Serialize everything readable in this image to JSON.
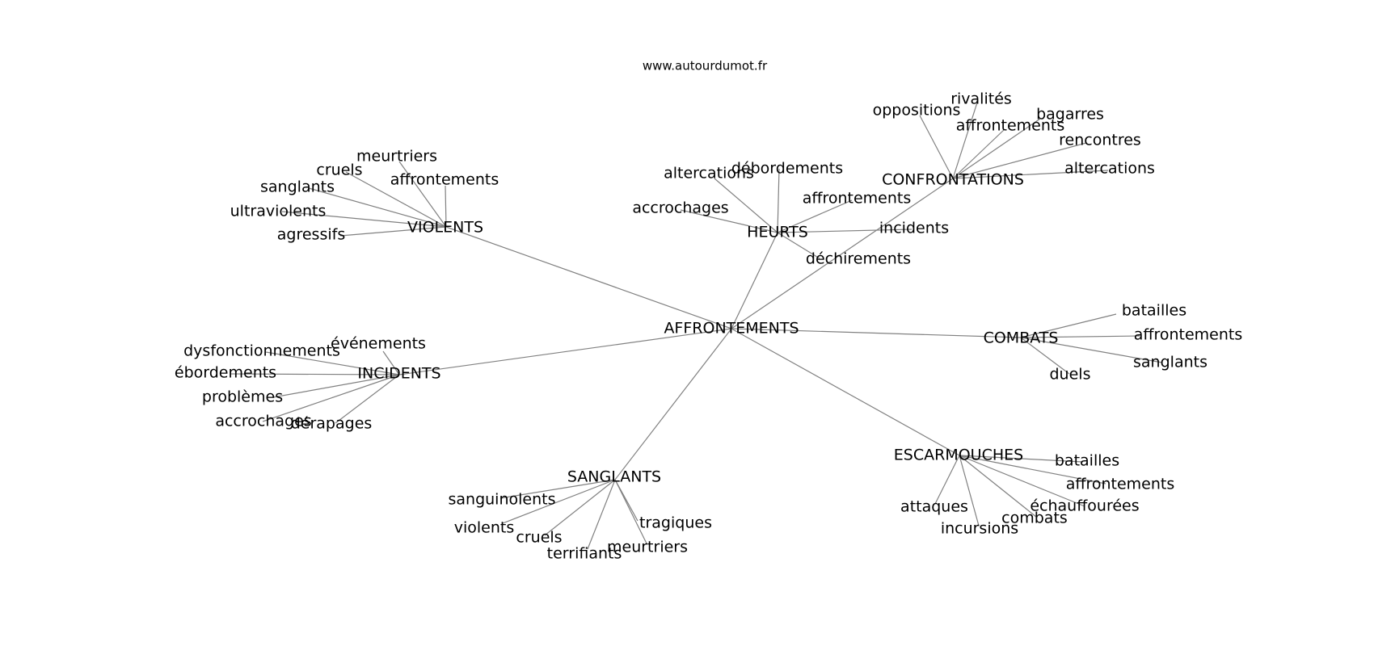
{
  "credit": "www.autourdumot.fr",
  "graph": {
    "root": "AFFRONTEMENTS",
    "groups": [
      {
        "name": "HEURTS",
        "children": [
          "altercations",
          "débordements",
          "accrochages",
          "affrontements",
          "incidents",
          "déchirements"
        ]
      },
      {
        "name": "CONFRONTATIONS",
        "children": [
          "oppositions",
          "rivalités",
          "affrontements",
          "bagarres",
          "rencontres",
          "altercations"
        ]
      },
      {
        "name": "VIOLENTS",
        "children": [
          "meurtriers",
          "cruels",
          "sanglants",
          "affrontements",
          "ultraviolents",
          "agressifs"
        ]
      },
      {
        "name": "INCIDENTS",
        "children": [
          "événements",
          "dysfonctionnements",
          "ébordements",
          "problèmes",
          "accrochages",
          "dérapages"
        ]
      },
      {
        "name": "COMBATS",
        "children": [
          "batailles",
          "affrontements",
          "sanglants",
          "duels"
        ]
      },
      {
        "name": "ESCARMOUCHES",
        "children": [
          "batailles",
          "affrontements",
          "échauffourées",
          "combats",
          "incursions",
          "attaques"
        ]
      },
      {
        "name": "SANGLANTS",
        "children": [
          "sanguinolents",
          "violents",
          "cruels",
          "terrifiants",
          "meurtriers",
          "tragiques"
        ]
      }
    ]
  }
}
